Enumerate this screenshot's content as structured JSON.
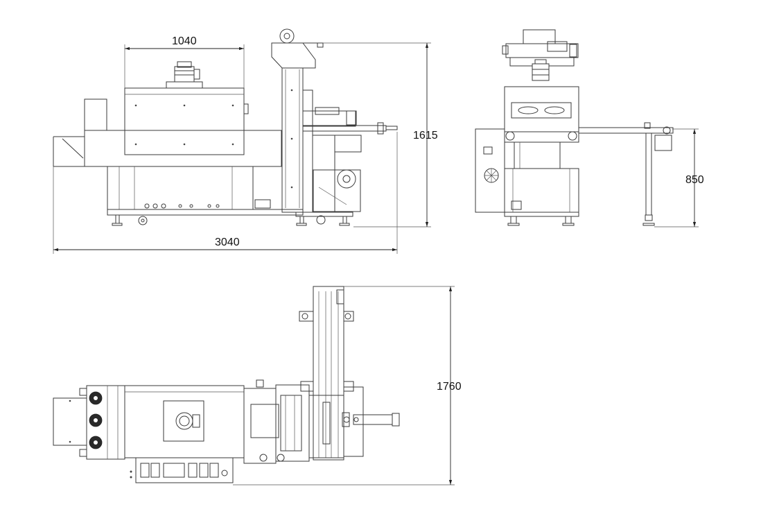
{
  "diagram": {
    "dimensions": {
      "top_width": "1040",
      "total_length": "3040",
      "total_height": "1615",
      "conveyor_height": "850",
      "depth": "1760"
    }
  },
  "colors": {
    "line": "#3a3a3a",
    "background": "#ffffff"
  }
}
